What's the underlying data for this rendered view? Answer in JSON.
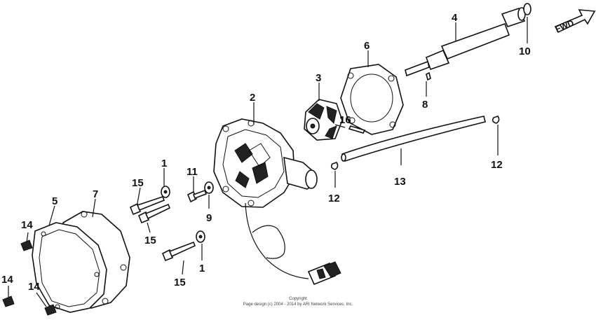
{
  "diagram": {
    "callouts": {
      "c1a": "1",
      "c1b": "1",
      "c2": "2",
      "c3": "3",
      "c4": "4",
      "c5": "5",
      "c6": "6",
      "c7": "7",
      "c8": "8",
      "c9": "9",
      "c10": "10",
      "c11": "11",
      "c12a": "12",
      "c12b": "12",
      "c13": "13",
      "c14a": "14",
      "c14b": "14",
      "c14c": "14",
      "c15a": "15",
      "c15b": "15",
      "c15c": "15",
      "c16": "16"
    },
    "direction_label": "FWD",
    "copyright_line1": "Copyright",
    "copyright_line2": "Page design (c) 2004 - 2014 by ARI Network Services, Inc."
  }
}
